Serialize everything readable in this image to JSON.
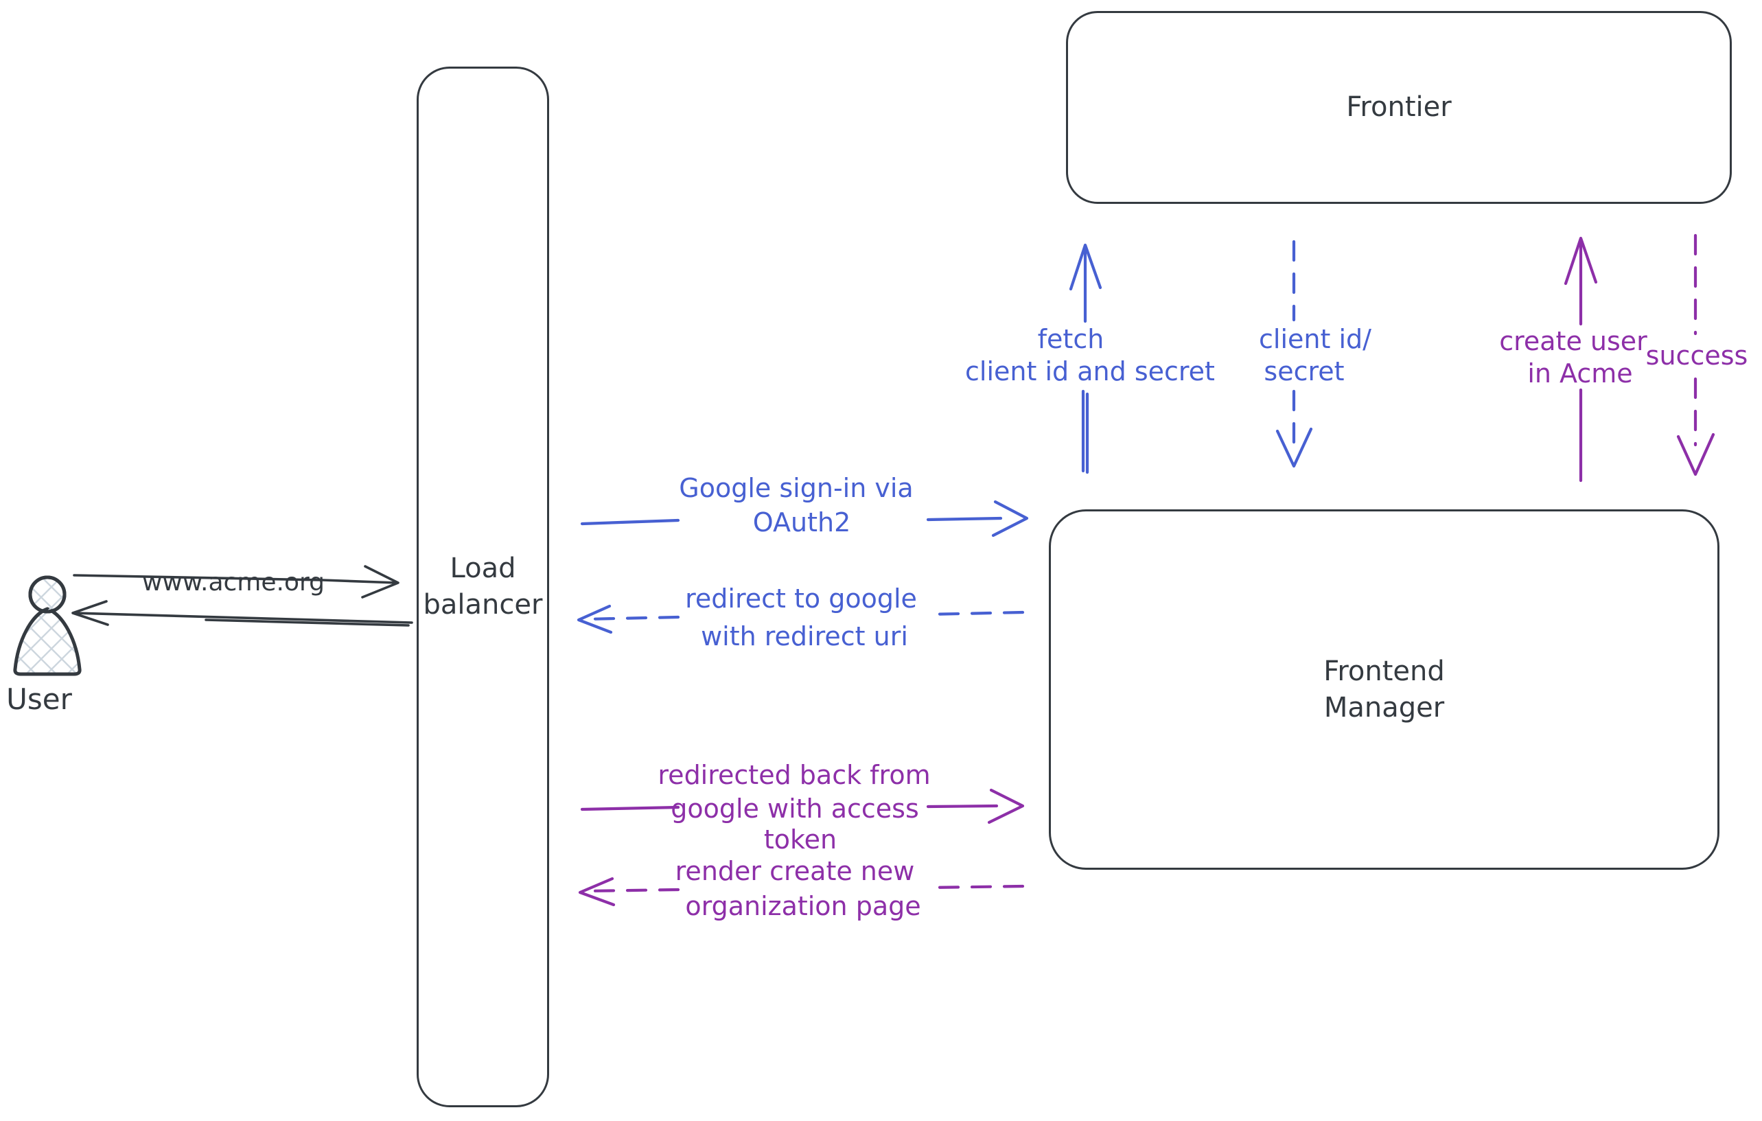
{
  "diagram_type": "hand-drawn architecture / sequence diagram",
  "colors": {
    "ink": "#343a40",
    "blue_flow": "#4760d2",
    "purple_flow": "#8d2fa8",
    "crosshatch": "#cdd6de",
    "background": "#ffffff"
  },
  "nodes": {
    "user": {
      "label": "User"
    },
    "load_balancer": {
      "lines": [
        "Load",
        "balancer"
      ]
    },
    "frontier": {
      "label": "Frontier"
    },
    "frontend_manager": {
      "lines": [
        "Frontend",
        "Manager"
      ]
    }
  },
  "edges": {
    "www_acme": {
      "label": "www.acme.org",
      "style": "solid",
      "direction": "right",
      "color": "#343a40"
    },
    "lb_response": {
      "label": "",
      "style": "solid",
      "direction": "left",
      "color": "#343a40"
    },
    "google_signin": {
      "lines": [
        "Google sign-in via",
        "OAuth2"
      ],
      "style": "solid",
      "direction": "right",
      "color": "#4760d2"
    },
    "redirect_to_google": {
      "lines": [
        "redirect to google",
        "with redirect uri"
      ],
      "style": "dashed",
      "direction": "left",
      "color": "#4760d2"
    },
    "redirected_back": {
      "lines": [
        "redirected back from",
        "google with access",
        "token"
      ],
      "style": "solid",
      "direction": "right",
      "color": "#8d2fa8"
    },
    "render_org_page": {
      "lines": [
        "render create new",
        "organization page"
      ],
      "style": "dashed",
      "direction": "left",
      "color": "#8d2fa8"
    },
    "fetch_client": {
      "lines": [
        "fetch",
        "client id and secret"
      ],
      "style": "solid",
      "direction": "up",
      "color": "#4760d2"
    },
    "client_id_secret": {
      "lines": [
        "client id/",
        "secret"
      ],
      "style": "dashed",
      "direction": "down",
      "color": "#4760d2"
    },
    "create_user": {
      "lines": [
        "create user",
        "in Acme"
      ],
      "style": "solid",
      "direction": "up",
      "color": "#8d2fa8"
    },
    "success": {
      "label": "success",
      "style": "dashed",
      "direction": "down",
      "color": "#8d2fa8"
    }
  }
}
